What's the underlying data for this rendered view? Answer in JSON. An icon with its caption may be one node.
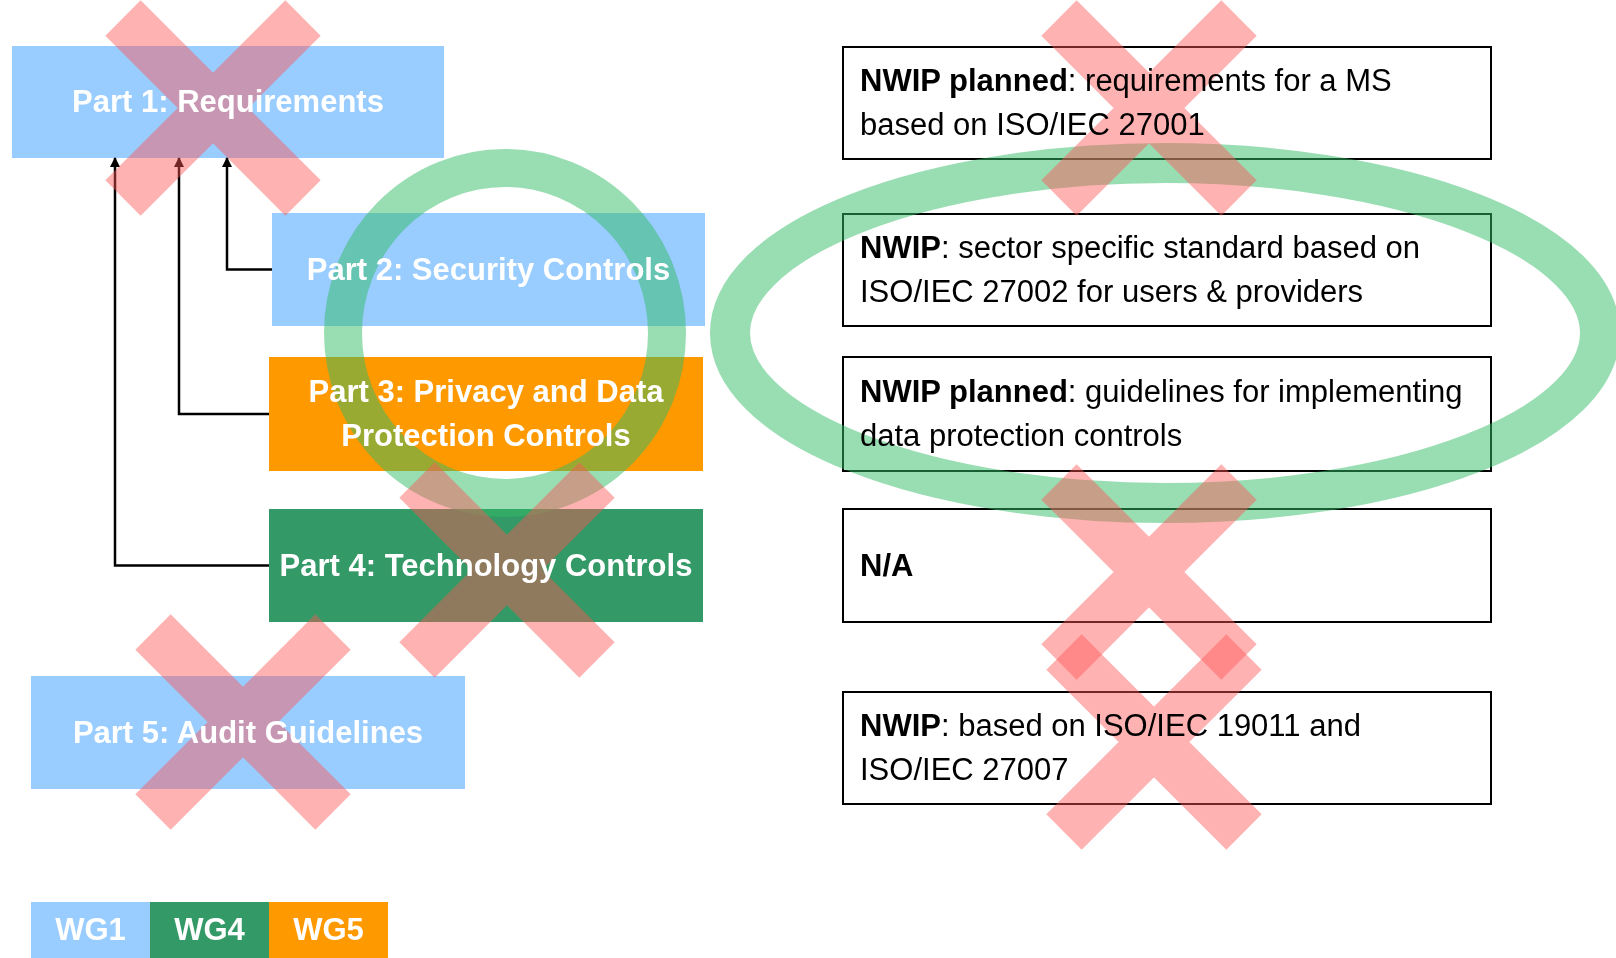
{
  "diagram": {
    "nodes": [
      {
        "text": [
          "Part 1: Requirements"
        ]
      },
      {
        "text": [
          "Part 2: Security Controls"
        ]
      },
      {
        "text": [
          "Part 3: Privacy and Data Protection Controls"
        ]
      },
      {
        "text": [
          "Part 4: Technology Controls"
        ]
      },
      {
        "text": [
          "Part 5: Audit Guidelines"
        ]
      },
      {
        "text": [
          "**NWIP planned**: requirements for a MS based on ISO/IEC 27001"
        ]
      },
      {
        "text": [
          "**NWIP**: sector specific standard based on ISO/IEC 27002 for users & providers"
        ]
      },
      {
        "text": [
          "**NWIP planned**: guidelines for implementing data protection controls"
        ]
      },
      {
        "text": [
          "N/A"
        ]
      },
      {
        "text": [
          "**NWIP**: based on ISO/IEC 19011 and ISO/IEC 27007"
        ]
      }
    ],
    "edges": [
      {
        "from": 1,
        "to": 0,
        "arrow": "to"
      },
      {
        "from": 2,
        "to": 0,
        "arrow": "to"
      },
      {
        "from": 3,
        "to": 0,
        "arrow": "to"
      }
    ],
    "legend": [
      {
        "text": "WG1",
        "color": "#99ccff"
      },
      {
        "text": "WG4",
        "color": "#339966"
      },
      {
        "text": "WG5",
        "color": "#ff9900"
      }
    ]
  }
}
